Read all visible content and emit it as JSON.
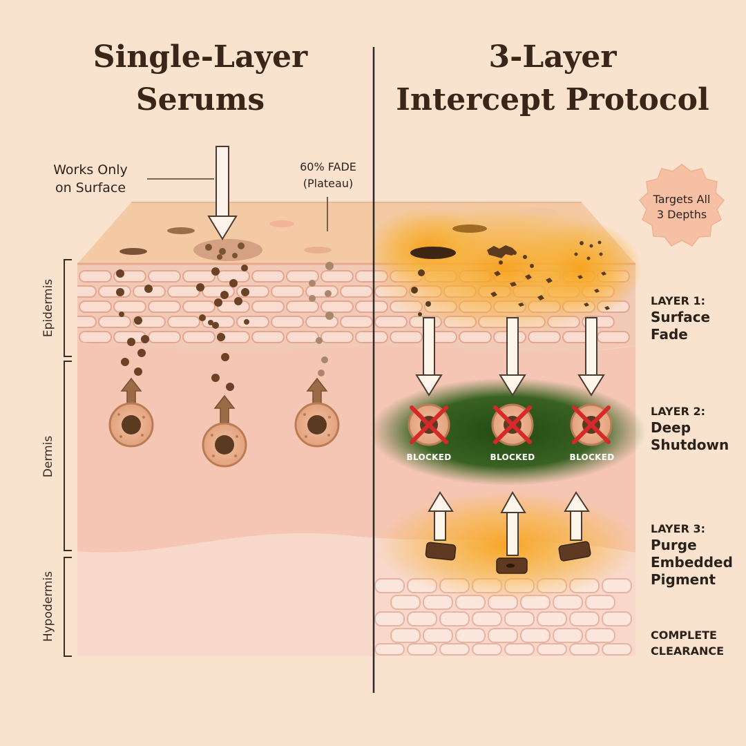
{
  "titles": {
    "left": [
      "Single-Layer",
      "Serums"
    ],
    "right": [
      "3-Layer",
      "Intercept Protocol"
    ]
  },
  "annotations": {
    "surface": [
      "Works Only",
      "on Surface"
    ],
    "fade": [
      "60% FADE",
      "(Plateau)"
    ],
    "badge": [
      "Targets All",
      "3 Depths"
    ]
  },
  "depth_labels": [
    "Epidermis",
    "Dermis",
    "Hypodermis"
  ],
  "layers": [
    {
      "tag": "LAYER 1:",
      "name": [
        "Surface",
        "Fade"
      ]
    },
    {
      "tag": "LAYER 2:",
      "name": [
        "Deep",
        "Shutdown"
      ]
    },
    {
      "tag": "LAYER 3:",
      "name": [
        "Purge",
        "Embedded",
        "Pigment"
      ]
    }
  ],
  "complete": [
    "COMPLETE",
    "CLEARANCE"
  ],
  "blocked": [
    "BLOCKED",
    "BLOCKED",
    "BLOCKED"
  ],
  "colors": {
    "background": "#f9e3cf",
    "skin_surface": "#f4c9a5",
    "epidermis_cells": "#f3c8b4",
    "dermis": "#f6c6b4",
    "hypodermis": "#f7d6c8",
    "pigment": "#6b4226",
    "glow_orange": "#f5a11c",
    "shutdown_green": "#2d5a1e",
    "block_red": "#d62a2a",
    "divider": "#2a2a2a"
  }
}
